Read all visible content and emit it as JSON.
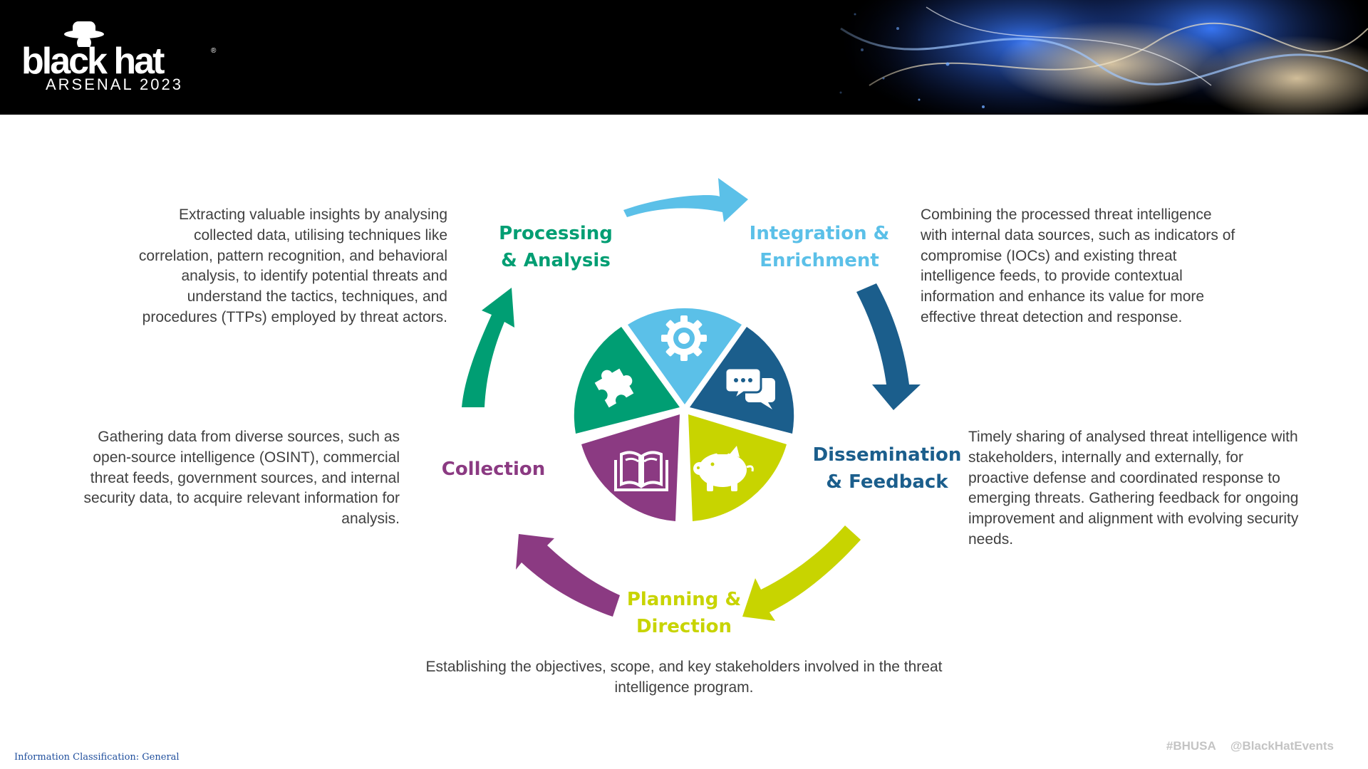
{
  "header": {
    "logo_text": "black hat",
    "logo_subtitle": "ARSENAL 2023",
    "registered_mark": "®"
  },
  "stages": [
    {
      "key": "processing",
      "title_line1": "Processing",
      "title_line2": "& Analysis",
      "description": "Extracting valuable insights by analysing collected data, utilising techniques like correlation, pattern recognition, and behavioral analysis, to identify potential threats and understand the tactics, techniques, and procedures (TTPs) employed by threat actors.",
      "color": "#009e73",
      "icon": "puzzle-icon"
    },
    {
      "key": "integration",
      "title_line1": "Integration &",
      "title_line2": "Enrichment",
      "description": "Combining the processed threat intelligence with internal data sources, such as indicators of compromise (IOCs) and existing threat intelligence feeds, to provide contextual information and enhance its value for more effective threat detection and response.",
      "color": "#5bc0e8",
      "icon": "gear-icon"
    },
    {
      "key": "dissemination",
      "title_line1": "Dissemination",
      "title_line2": "& Feedback",
      "description": "Timely sharing of analysed threat intelligence with stakeholders, internally and externally, for proactive defense and coordinated response to emerging threats. Gathering feedback for ongoing improvement and alignment with evolving security needs.",
      "color": "#1b5e8c",
      "icon": "chat-bubbles-icon"
    },
    {
      "key": "planning",
      "title_line1": "Planning &",
      "title_line2": "Direction",
      "description": "Establishing the objectives, scope, and key stakeholders involved in the threat intelligence program.",
      "color": "#c8d400",
      "icon": "piggy-bank-icon"
    },
    {
      "key": "collection",
      "title_line1": "Collection",
      "title_line2": "",
      "description": "Gathering data from diverse sources, such as open-source intelligence (OSINT), commercial threat feeds, government sources, and internal security data, to acquire relevant information for analysis.",
      "color": "#8b3a82",
      "icon": "book-icon"
    }
  ],
  "footer": {
    "classification": "Information Classification: General",
    "hashtag": "#BHUSA",
    "handle": "@BlackHatEvents"
  }
}
